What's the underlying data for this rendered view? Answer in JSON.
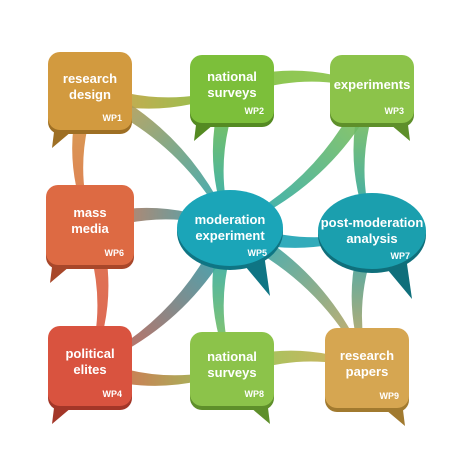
{
  "nodes": [
    {
      "id": "wp1",
      "lines": [
        "research",
        "design"
      ],
      "code": "WP1",
      "color": "#d29a3f",
      "dark": "#9e6f24"
    },
    {
      "id": "wp2",
      "lines": [
        "national",
        "surveys"
      ],
      "code": "WP2",
      "color": "#7cbf3a",
      "dark": "#548a22"
    },
    {
      "id": "wp3",
      "lines": [
        "experiments"
      ],
      "code": "WP3",
      "color": "#8cc34a",
      "dark": "#5e8f2a"
    },
    {
      "id": "wp6",
      "lines": [
        "mass",
        "media"
      ],
      "code": "WP6",
      "color": "#dd6a43",
      "dark": "#a8472a"
    },
    {
      "id": "wp5",
      "lines": [
        "moderation",
        "experiment"
      ],
      "code": "WP5",
      "color": "#1ba5b8",
      "dark": "#0f7584"
    },
    {
      "id": "wp7",
      "lines": [
        "post-moderation",
        "analysis"
      ],
      "code": "WP7",
      "color": "#1b9fae",
      "dark": "#0f6f7b"
    },
    {
      "id": "wp4",
      "lines": [
        "political",
        "elites"
      ],
      "code": "WP4",
      "color": "#d9533f",
      "dark": "#a33628"
    },
    {
      "id": "wp8",
      "lines": [
        "national",
        "surveys"
      ],
      "code": "WP8",
      "color": "#8cc34a",
      "dark": "#5e8f2a"
    },
    {
      "id": "wp9",
      "lines": [
        "research",
        "papers"
      ],
      "code": "WP9",
      "color": "#d6a651",
      "dark": "#a17a2f"
    }
  ],
  "links": [
    [
      "wp1",
      "wp2"
    ],
    [
      "wp2",
      "wp3"
    ],
    [
      "wp1",
      "wp6"
    ],
    [
      "wp1",
      "wp5"
    ],
    [
      "wp2",
      "wp5"
    ],
    [
      "wp3",
      "wp5"
    ],
    [
      "wp3",
      "wp7"
    ],
    [
      "wp6",
      "wp5"
    ],
    [
      "wp5",
      "wp7"
    ],
    [
      "wp5",
      "wp4"
    ],
    [
      "wp5",
      "wp8"
    ],
    [
      "wp5",
      "wp9"
    ],
    [
      "wp7",
      "wp9"
    ],
    [
      "wp6",
      "wp4"
    ],
    [
      "wp4",
      "wp8"
    ],
    [
      "wp8",
      "wp9"
    ]
  ]
}
